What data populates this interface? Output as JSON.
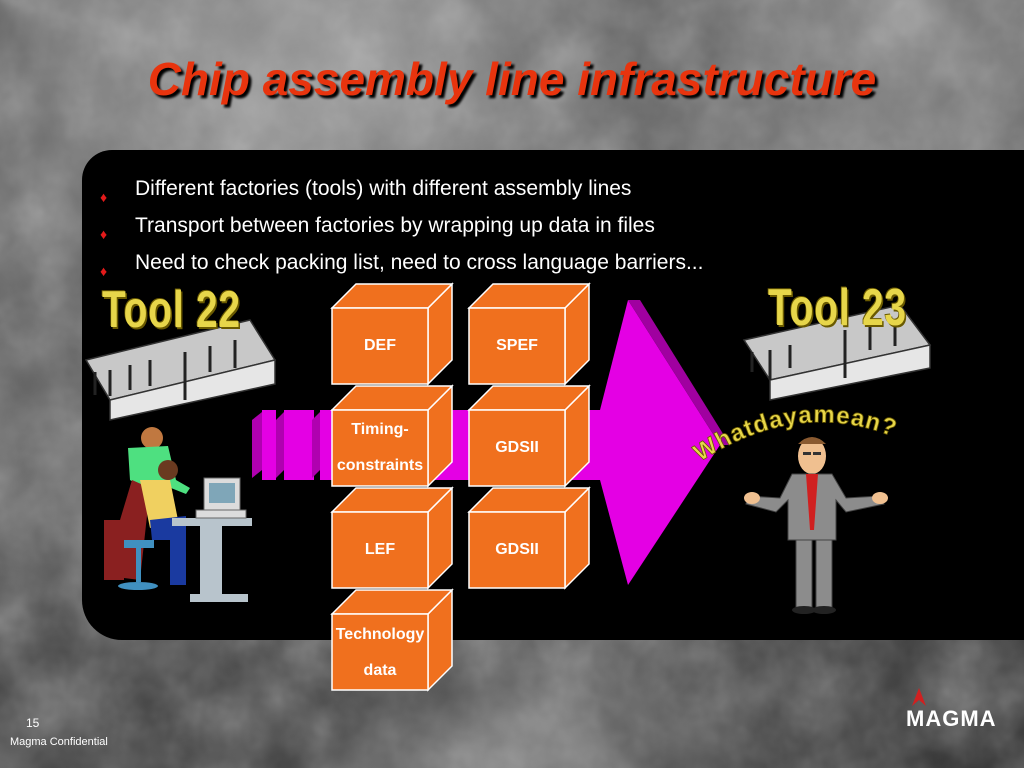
{
  "title": "Chip assembly line infrastructure",
  "bullets": [
    "Different factories (tools) with different assembly lines",
    "Transport between factories by wrapping up data in files",
    "Need to check packing list, need to cross language barriers..."
  ],
  "tools": {
    "left": "Tool 22",
    "right": "Tool 23"
  },
  "speech": "Whatdayamean?",
  "boxes": {
    "left": [
      "DEF",
      "Timing-constraints",
      "LEF",
      "Technology data"
    ],
    "right": [
      "SPEF",
      "GDSII",
      "GDSII"
    ]
  },
  "footer": {
    "page": "15",
    "confidential": "Magma Confidential",
    "logo": "MAGMA"
  },
  "colors": {
    "title": "#e8340e",
    "box": "#f0701e",
    "arrow": "#e400e4",
    "bullet": "#e31a1a"
  }
}
